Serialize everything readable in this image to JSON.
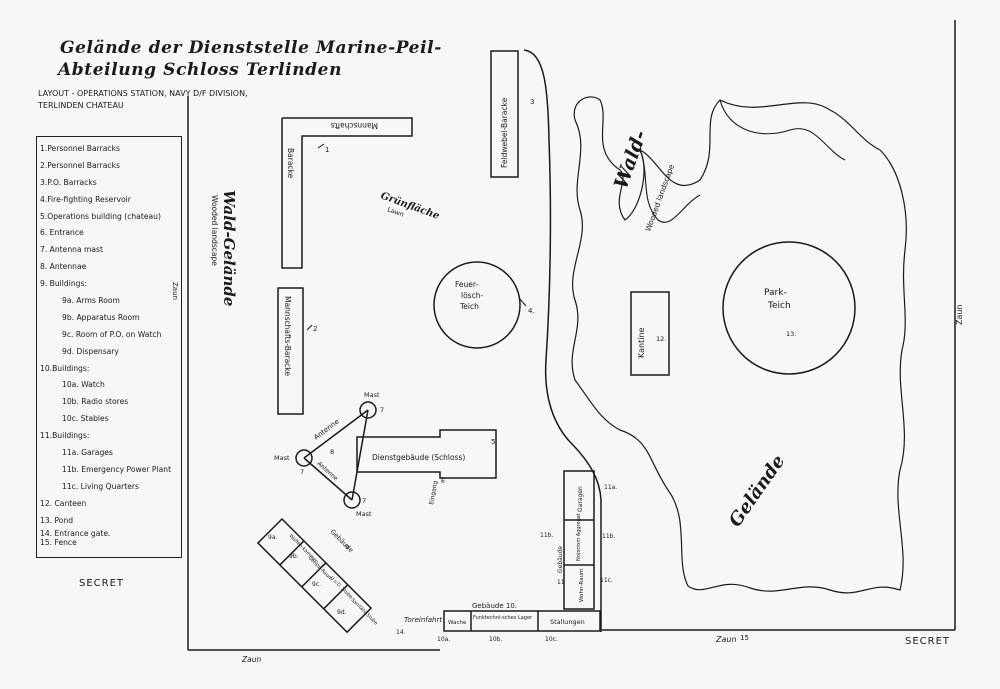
{
  "header": {
    "title_line1": "Gelände der Dienststelle Marine-Peil-",
    "title_line2": "Abteilung Schloss Terlinden",
    "subtitle_line1": "LAYOUT - OPERATIONS STATION, NAVY D/F DIVISION,",
    "subtitle_line2": "TERLINDEN CHATEAU"
  },
  "legend": [
    {
      "text": "1.Personnel Barracks",
      "sub": false
    },
    {
      "text": "2.Personnel Barracks",
      "sub": false
    },
    {
      "text": "3.P.O. Barracks",
      "sub": false
    },
    {
      "text": "4.Fire-fighting Reservoir",
      "sub": false
    },
    {
      "text": "5.Operations building (chateau)",
      "sub": false
    },
    {
      "text": "6. Entrance",
      "sub": false
    },
    {
      "text": "7. Antenna mast",
      "sub": false
    },
    {
      "text": "8. Antennae",
      "sub": false
    },
    {
      "text": "9. Buildings:",
      "sub": false
    },
    {
      "text": "9a. Arms Room",
      "sub": true
    },
    {
      "text": "9b. Apparatus Room",
      "sub": true
    },
    {
      "text": "9c. Room of P.O. on Watch",
      "sub": true
    },
    {
      "text": "9d. Dispensary",
      "sub": true
    },
    {
      "text": "10.Buildings:",
      "sub": false
    },
    {
      "text": "10a. Watch",
      "sub": true
    },
    {
      "text": "10b. Radio stores",
      "sub": true
    },
    {
      "text": "10c. Stables",
      "sub": true
    },
    {
      "text": "11.Buildings:",
      "sub": false
    },
    {
      "text": "11a. Garages",
      "sub": true
    },
    {
      "text": "11b. Emergency Power Plant",
      "sub": true
    },
    {
      "text": "11c. Living Quarters",
      "sub": true
    },
    {
      "text": "12. Canteen",
      "sub": false
    },
    {
      "text": "13. Pond",
      "sub": false
    },
    {
      "text": "14. Entrance gate.",
      "sub": false,
      "tight": true
    },
    {
      "text": "15. Fence",
      "sub": false,
      "tight": true
    }
  ],
  "secret_left": "SECRET",
  "secret_right": "SECRET",
  "map": {
    "wald_gelande_left": "Wald-Gelände",
    "wooded_landscape_left": "Wooded landscape",
    "zaun_left_vertical": "Zaun",
    "wald_right": "Wald-",
    "wooded_landscape_right": "Wooded landscape",
    "gelande_right": "Gelände",
    "zaun_right_vertical": "Zaun",
    "zaun_bottom_right": "Zaun",
    "zaun_bottom_right_num": "15",
    "zaun_bottom_left": "Zaun",
    "grunflache": "Grünfläche",
    "lawn": "Lawn",
    "baracke_1a": "Mannschafts",
    "baracke_1b": "Baracke",
    "num_1": "1",
    "baracke_2": "Mannschafts-Baracke",
    "num_2": "2",
    "baracke_3": "Feldwebel-Baracke",
    "num_3": "3",
    "teich_4_line1": "Feuer-",
    "teich_4_line2": "lösch-",
    "teich_4_line3": "Teich",
    "num_4": "4.",
    "dienstgebaude": "Dienstgebäude (Schloss)",
    "num_5": "5",
    "eingang": "Eingang",
    "num_6": "6",
    "mast_top": "Mast",
    "mast_left": "Mast",
    "mast_bottom": "Mast",
    "num_7a": "7",
    "num_7b": "7",
    "num_7c": "7",
    "antenne_top": "Antenne",
    "antenne_diag": "Antenne",
    "num_8": "8",
    "kantine": "Kantine",
    "num_12": "12.",
    "park_teich_line1": "Park-",
    "park_teich_line2": "Teich",
    "num_13": "13.",
    "gebaude_9": "Gebäude",
    "num_9": "9",
    "room_9a": "Waffen-kammer",
    "room_9b": "Geräte-Raum",
    "room_9c": "U.v.D. Stube",
    "room_9d": "Sanitäts-Stube",
    "label_9a": "9a.",
    "label_9b": "9b.",
    "label_9c": "9c.",
    "label_9d": "9d.",
    "gebaude_10": "Gebäude 10.",
    "room_10a": "Wache",
    "room_10b": "Funktechni-sches Lager",
    "room_10c": "Stallungen",
    "label_10a": "10a.",
    "label_10b": "10b.",
    "label_10c": "10c.",
    "toreinfahrt": "Toreinfahrt",
    "label_14": "14.",
    "gebaude_11": "Gebäude",
    "room_11a": "Garagen",
    "room_11b": "Notstrom Aggregat",
    "room_11c": "Wohn-Raum",
    "label_11a": "11a.",
    "label_11b": "11b.",
    "label_11c": "11c.",
    "label_11": "11"
  }
}
